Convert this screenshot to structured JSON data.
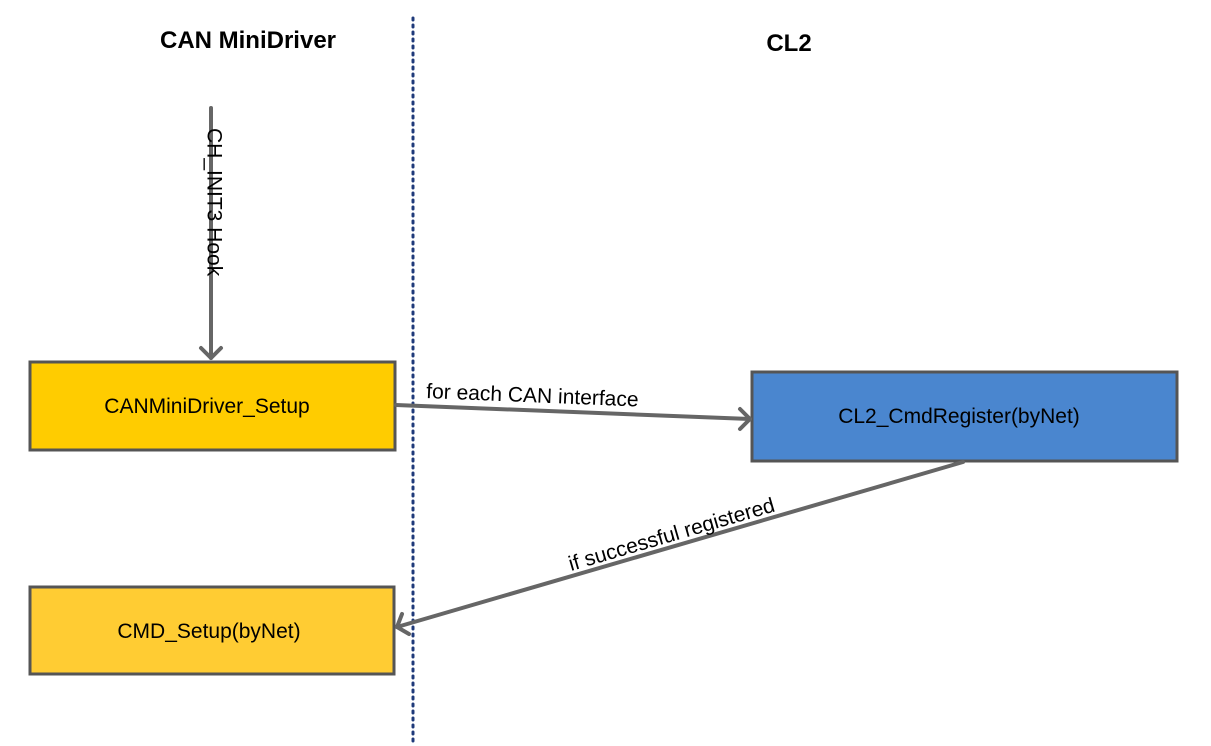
{
  "lanes": {
    "left_title": "CAN MiniDriver",
    "right_title": "CL2"
  },
  "boxes": {
    "setup": {
      "label": "CANMiniDriver_Setup",
      "fill": "#FFCC00"
    },
    "register": {
      "label": "CL2_CmdRegister(byNet)",
      "fill": "#4A86CF"
    },
    "cmd_setup": {
      "label": "CMD_Setup(byNet)",
      "fill": "#FFCC33"
    }
  },
  "edges": {
    "hook": "CH_INIT3 Hook",
    "for_each": "for each CAN interface",
    "if_successful": "if successful registered"
  },
  "colors": {
    "box_border": "#555555",
    "arrow": "#666666",
    "divider": "#1F3A7A"
  }
}
